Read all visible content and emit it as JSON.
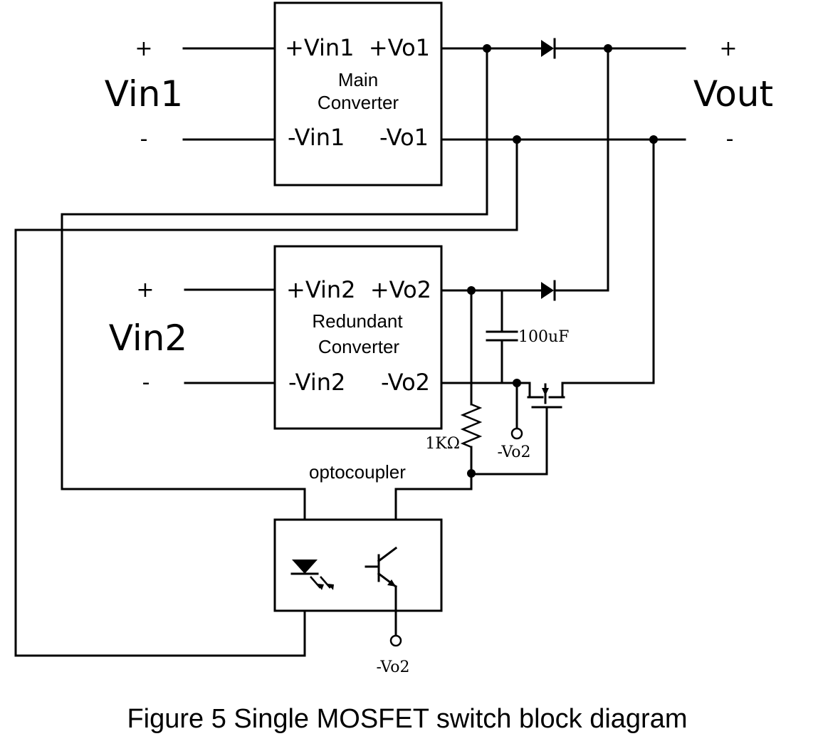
{
  "main_converter": {
    "label_line1": "Main",
    "label_line2": "Converter",
    "pin_plus_vin": "+Vin1",
    "pin_plus_vo": "+Vo1",
    "pin_minus_vin": "-Vin1",
    "pin_minus_vo": "-Vo1"
  },
  "redundant_converter": {
    "label_line1": "Redundant",
    "label_line2": "Converter",
    "pin_plus_vin": "+Vin2",
    "pin_plus_vo": "+Vo2",
    "pin_minus_vin": "-Vin2",
    "pin_minus_vo": "-Vo2"
  },
  "inputs": {
    "vin1": {
      "name": "Vin1",
      "plus": "+",
      "minus": "-"
    },
    "vin2": {
      "name": "Vin2",
      "plus": "+",
      "minus": "-"
    }
  },
  "output": {
    "name": "Vout",
    "plus": "+",
    "minus": "-"
  },
  "components": {
    "capacitor": "100uF",
    "resistor": "1KΩ",
    "terminal_mosfet": "-Vo2",
    "terminal_optocoupler": "-Vo2",
    "optocoupler_label": "optocoupler"
  },
  "caption": "Figure 5  Single MOSFET switch block diagram"
}
